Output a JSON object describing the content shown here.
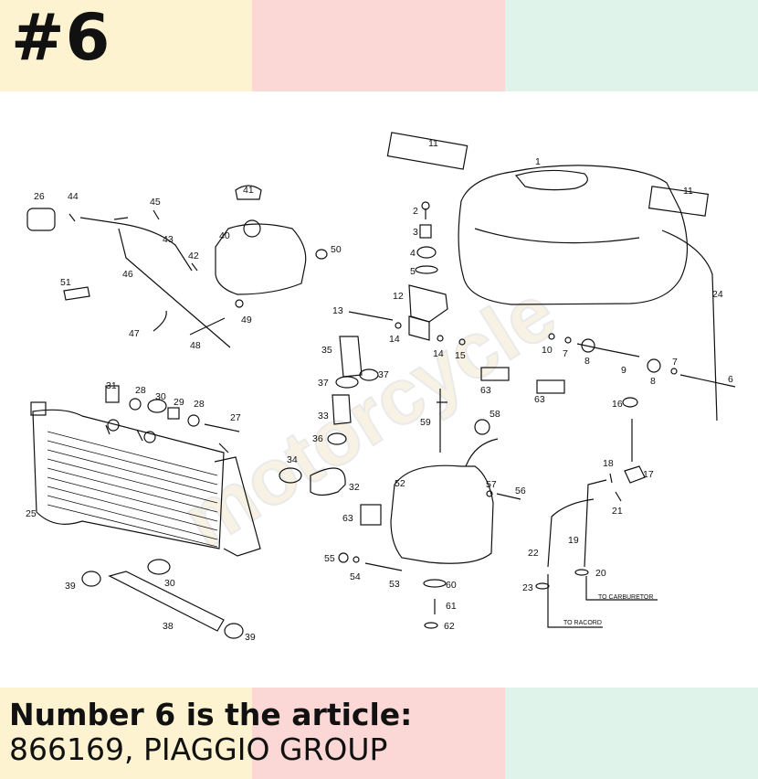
{
  "header": {
    "badge": "#6"
  },
  "colors": {
    "yellow": "#fdf3d0",
    "pink": "#fbd7d5",
    "mint": "#dff3ea",
    "ink": "#111111"
  },
  "diagram": {
    "labels": [
      "1",
      "2",
      "3",
      "4",
      "5",
      "6",
      "7",
      "7",
      "8",
      "8",
      "9",
      "10",
      "11",
      "11",
      "12",
      "13",
      "14",
      "14",
      "15",
      "16",
      "17",
      "18",
      "19",
      "20",
      "21",
      "22",
      "23",
      "24",
      "25",
      "26",
      "27",
      "28",
      "28",
      "29",
      "30",
      "30",
      "31",
      "32",
      "33",
      "34",
      "35",
      "36",
      "37",
      "37",
      "38",
      "39",
      "39",
      "40",
      "41",
      "42",
      "43",
      "44",
      "45",
      "46",
      "47",
      "48",
      "49",
      "50",
      "51",
      "52",
      "53",
      "54",
      "55",
      "56",
      "57",
      "58",
      "59",
      "60",
      "61",
      "62",
      "63",
      "63",
      "63"
    ],
    "notes": {
      "carburetor": "TO CARBURETOR",
      "racord": "TO RACORD"
    },
    "watermark": "motorcycle"
  },
  "caption": {
    "title": "Number 6 is the article:",
    "subtitle": "866169, PIAGGIO GROUP"
  }
}
